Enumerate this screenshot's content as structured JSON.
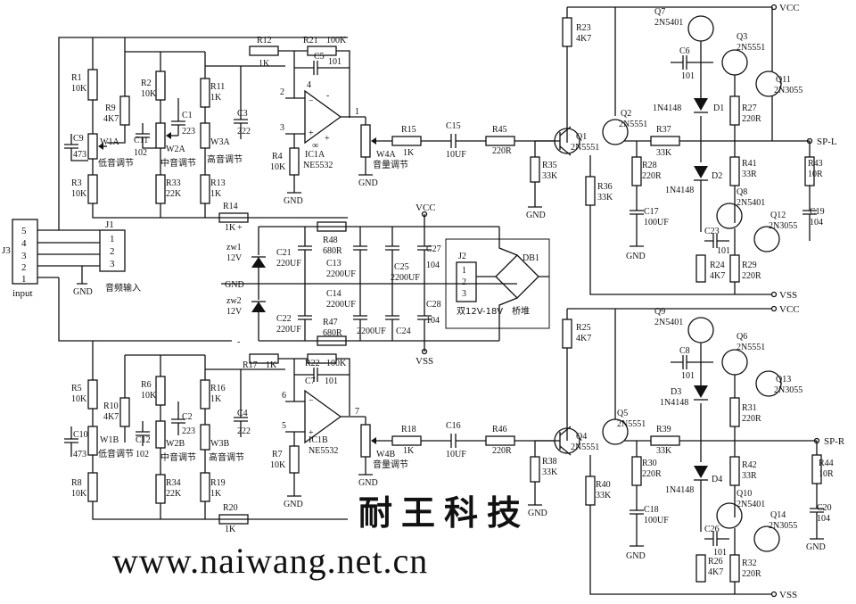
{
  "brand": {
    "name": "耐王科技",
    "url": "www.naiwang.net.cn"
  },
  "rails": {
    "vcc": "VCC",
    "vss": "VSS",
    "gnd": "GND",
    "plus": "+",
    "minus": "-"
  },
  "connectors": {
    "j3": {
      "ref": "J3",
      "pins": [
        "5",
        "4",
        "3",
        "2",
        "1"
      ],
      "label": "input"
    },
    "j1": {
      "ref": "J1",
      "pins": [
        "1",
        "2",
        "3"
      ],
      "label": "音频输入"
    },
    "j2": {
      "ref": "J2",
      "pins": [
        "1",
        "2",
        "3"
      ],
      "label": "双12V-18V"
    },
    "db1": {
      "ref": "DB1",
      "label": "桥堆"
    }
  },
  "outputs": {
    "left": "SP-L",
    "right": "SP-R"
  },
  "opamps": {
    "a": {
      "ref": "IC1A",
      "part": "NE5532",
      "pins": [
        "2",
        "3",
        "1",
        "4",
        "8"
      ]
    },
    "b": {
      "ref": "IC1B",
      "part": "NE5532",
      "pins": [
        "6",
        "5",
        "7"
      ]
    }
  },
  "pots": {
    "w1a": {
      "ref": "W1A",
      "name": "低音调节"
    },
    "w2a": {
      "ref": "W2A",
      "name": "中音调节"
    },
    "w3a": {
      "ref": "W3A",
      "name": "高音调节"
    },
    "w4a": {
      "ref": "W4A",
      "name": "音量调节"
    },
    "w1b": {
      "ref": "W1B",
      "name": "低音调节"
    },
    "w2b": {
      "ref": "W2B",
      "name": "中音调节"
    },
    "w3b": {
      "ref": "W3B",
      "name": "高音调节"
    },
    "w4b": {
      "ref": "W4B",
      "name": "音量调节"
    }
  },
  "zeners": {
    "zw1": {
      "ref": "zw1",
      "value": "12V"
    },
    "zw2": {
      "ref": "zw2",
      "value": "12V"
    }
  },
  "resistors": {
    "R1": "10K",
    "R2": "10K",
    "R3": "10K",
    "R4": "10K",
    "R9": "4K7",
    "R11": "1K",
    "R12": "1K",
    "R13": "1K",
    "R14": "1K",
    "R15": "1K",
    "R21": "100K",
    "R33": "22K",
    "R5": "10K",
    "R6": "10K",
    "R7": "10K",
    "R8": "10K",
    "R10": "4K7",
    "R16": "1K",
    "R17": "1K",
    "R18": "1K",
    "R19": "1K",
    "R20": "1K",
    "R22": "100K",
    "R34": "22K",
    "R45": "220R",
    "R46": "220R",
    "R47": "680R",
    "R48": "680R",
    "R23": "4K7",
    "R25": "4K7",
    "R27": "220R",
    "R28": "220R",
    "R29": "220R",
    "R30": "220R",
    "R31": "220R",
    "R32": "220R",
    "R35": "33K",
    "R36": "33K",
    "R37": "33K",
    "R38": "33K",
    "R39": "33K",
    "R40": "33K",
    "R41": "33R",
    "R42": "33R",
    "R43": "10R",
    "R44": "10R",
    "R24": "4K7",
    "R26": "4K7"
  },
  "capacitors": {
    "C1": "223",
    "C2": "223",
    "C3": "222",
    "C4": "222",
    "C5": "101",
    "C7": "101",
    "C6": "101",
    "C8": "101",
    "C9": "473",
    "C10": "473",
    "C11": "102",
    "C12": "102",
    "C13": "2200UF",
    "C14": "2200UF",
    "C15": "10UF",
    "C16": "10UF",
    "C17": "100UF",
    "C18": "100UF",
    "C19": "104",
    "C20": "104",
    "C21": "220UF",
    "C22": "220UF",
    "C23": "101",
    "C24": "2200UF",
    "C25": "2200UF",
    "C26": "101",
    "C27": "104",
    "C28": "104"
  },
  "transistors": {
    "Q1": "2N5551",
    "Q2": "2N5551",
    "Q3": "2N5551",
    "Q4": "2N5551",
    "Q5": "2N5551",
    "Q6": "2N5551",
    "Q7": "2N5401",
    "Q8": "2N5401",
    "Q9": "2N5401",
    "Q10": "2N5401",
    "Q11": "2N3055",
    "Q12": "2N3055",
    "Q13": "2N3055",
    "Q14": "2N3055"
  },
  "diodes": {
    "D1": "1N4148",
    "D2": "1N4148",
    "D3": "1N4148",
    "D4": "1N4148"
  }
}
